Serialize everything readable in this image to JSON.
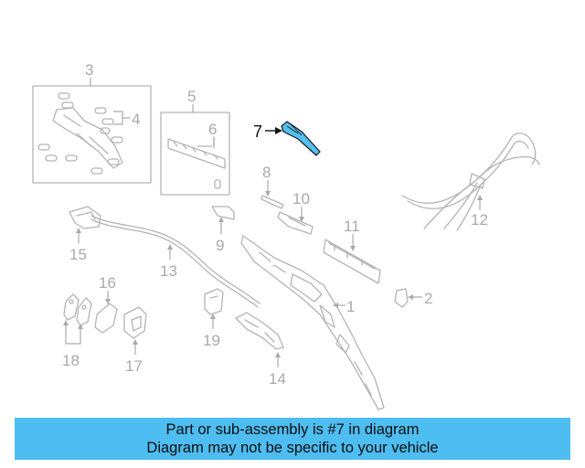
{
  "diagram": {
    "highlight_color": "#55bff2",
    "part_color": "#b4b4b4",
    "callouts": [
      {
        "id": "1",
        "label": "1"
      },
      {
        "id": "2",
        "label": "2"
      },
      {
        "id": "3",
        "label": "3"
      },
      {
        "id": "4",
        "label": "4"
      },
      {
        "id": "5",
        "label": "5"
      },
      {
        "id": "6",
        "label": "6"
      },
      {
        "id": "7",
        "label": "7",
        "highlighted": true
      },
      {
        "id": "8",
        "label": "8"
      },
      {
        "id": "9",
        "label": "9"
      },
      {
        "id": "10",
        "label": "10"
      },
      {
        "id": "11",
        "label": "11"
      },
      {
        "id": "12",
        "label": "12"
      },
      {
        "id": "13",
        "label": "13"
      },
      {
        "id": "14",
        "label": "14"
      },
      {
        "id": "15",
        "label": "15"
      },
      {
        "id": "16",
        "label": "16"
      },
      {
        "id": "17",
        "label": "17"
      },
      {
        "id": "18",
        "label": "18"
      },
      {
        "id": "19",
        "label": "19"
      }
    ]
  },
  "banner": {
    "line1": "Part or sub-assembly is #7 in diagram",
    "line2": "Diagram may not be specific to your vehicle",
    "background": "#4ebdf2"
  }
}
